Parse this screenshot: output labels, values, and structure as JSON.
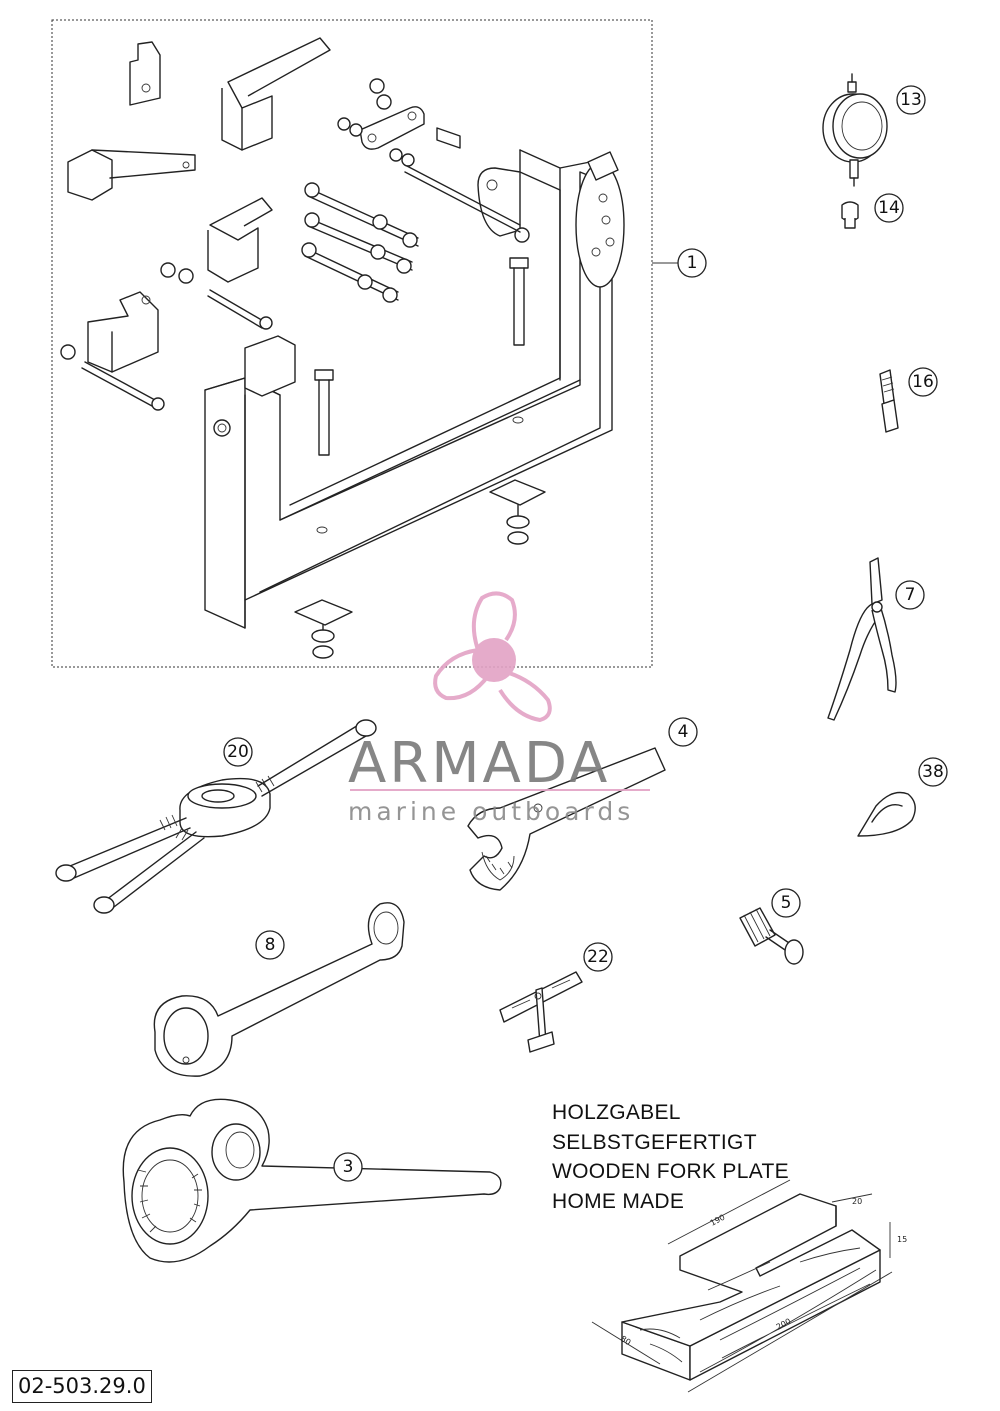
{
  "watermark": {
    "brand": "ARMADA",
    "tagline": "marine outboards",
    "accent_color": "#e3a2c5",
    "text_color": "#7a7a7a"
  },
  "callouts": {
    "c1": "1",
    "c13": "13",
    "c14": "14",
    "c16": "16",
    "c7": "7",
    "c20": "20",
    "c4": "4",
    "c38": "38",
    "c5": "5",
    "c8": "8",
    "c22": "22",
    "c3": "3"
  },
  "note": {
    "line1": "HOLZGABEL",
    "line2": "SELBSTGEFERTIGT",
    "line3": "WOODEN FORK PLATE",
    "line4": "HOME MADE"
  },
  "dimensions": {
    "length_inner": "190",
    "width_top": "20",
    "height": "15",
    "width": "80",
    "length": "200"
  },
  "part_number": "02-503.29.0"
}
